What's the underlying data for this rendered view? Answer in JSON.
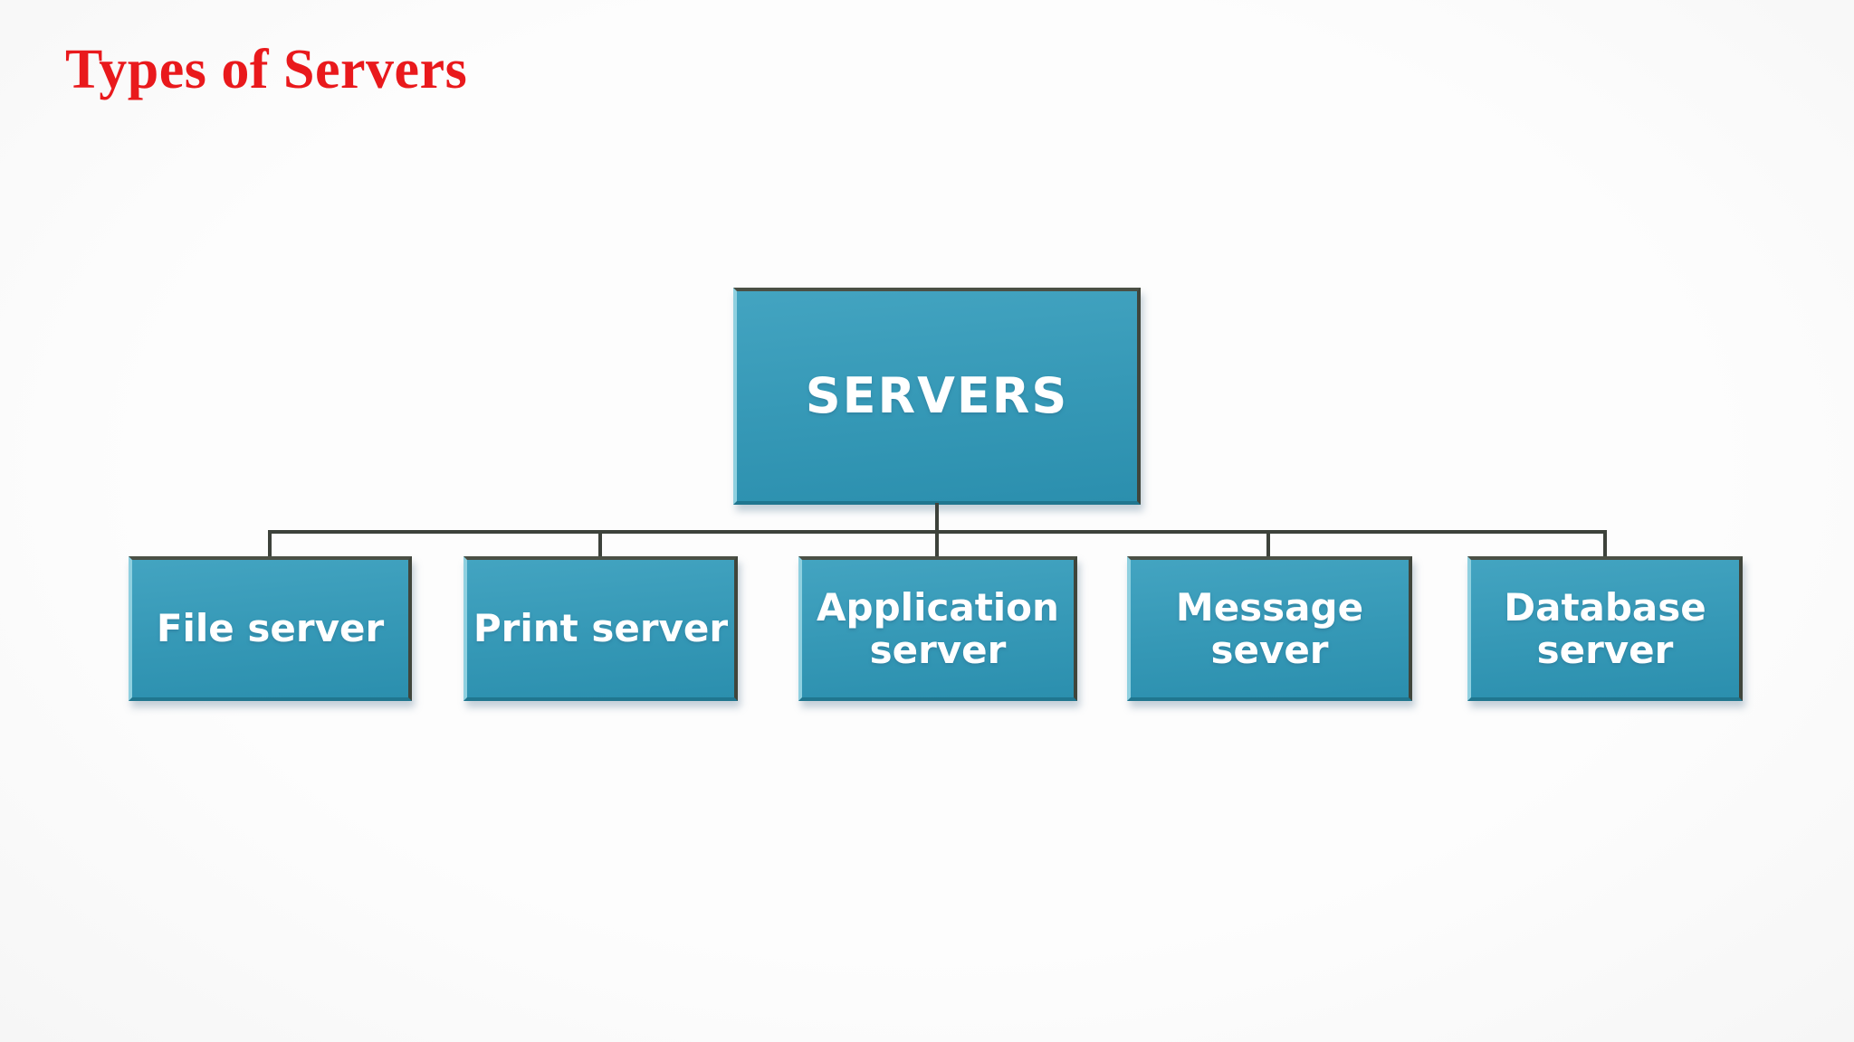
{
  "title": {
    "text": "Types of Servers"
  },
  "diagram": {
    "root": {
      "label": "SERVERS"
    },
    "children": [
      {
        "label": "File server"
      },
      {
        "label": "Print server"
      },
      {
        "label": "Application\nserver"
      },
      {
        "label": "Message\nsever"
      },
      {
        "label": "Database\nserver"
      }
    ]
  },
  "colors": {
    "title-red": "#e9191c",
    "node-fill-mid": "#3598b6",
    "node-text": "#ffffff",
    "connector": "#3d423b",
    "page-bg": "#fbfbfb"
  }
}
